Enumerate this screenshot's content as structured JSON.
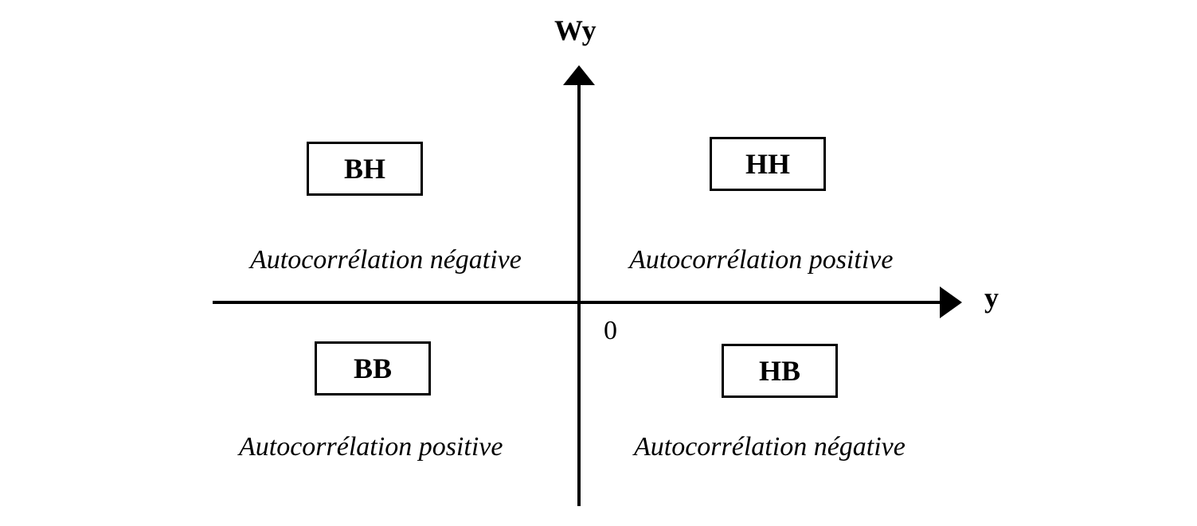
{
  "axes": {
    "vertical_label": "Wy",
    "horizontal_label": "y",
    "origin_label": "0"
  },
  "quadrants": {
    "top_left": {
      "box": "BH",
      "caption": "Autocorrélation négative"
    },
    "top_right": {
      "box": "HH",
      "caption": "Autocorrélation positive"
    },
    "bottom_left": {
      "box": "BB",
      "caption": "Autocorrélation positive"
    },
    "bottom_right": {
      "box": "HB",
      "caption": "Autocorrélation négative"
    }
  },
  "colors": {
    "ink": "#000000",
    "background": "#ffffff"
  }
}
